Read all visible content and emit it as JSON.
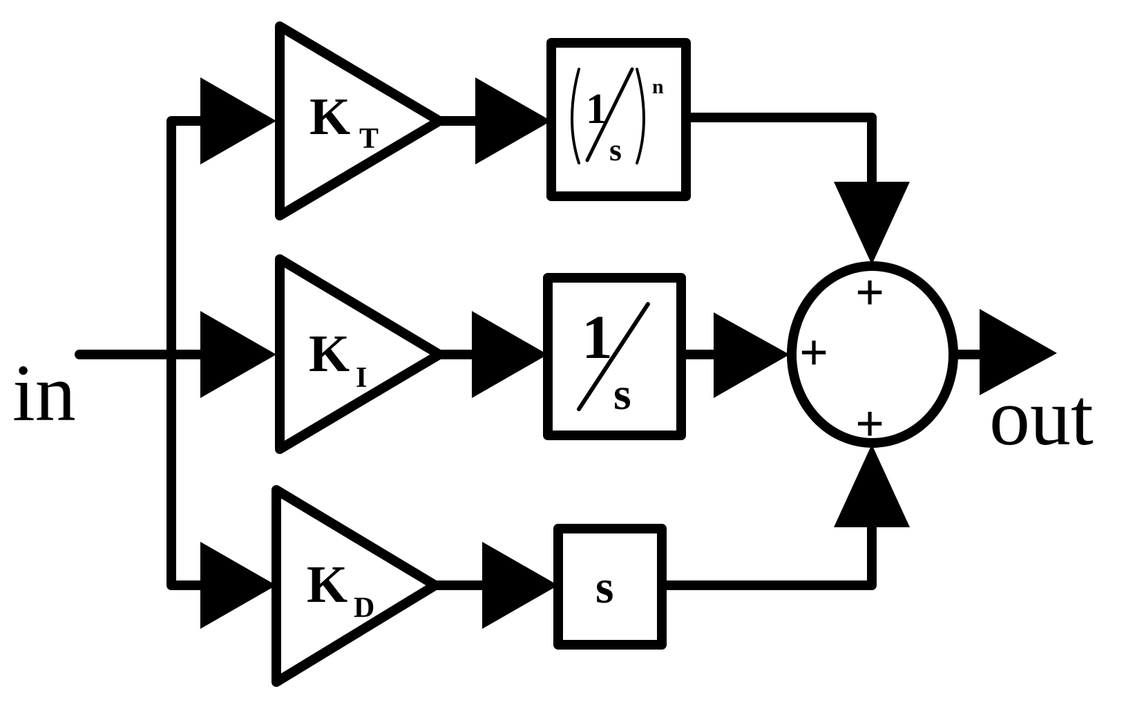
{
  "input_label": "in",
  "output_label": "out",
  "gains": {
    "top": {
      "symbol": "K",
      "subscript": "T"
    },
    "middle": {
      "symbol": "K",
      "subscript": "I"
    },
    "bottom": {
      "symbol": "K",
      "subscript": "D"
    }
  },
  "blocks": {
    "top": {
      "numerator": "1",
      "denominator": "s",
      "exponent": "n"
    },
    "middle": {
      "numerator": "1",
      "denominator": "s"
    },
    "bottom": {
      "text": "s"
    }
  },
  "summing_junction": {
    "signs": [
      "+",
      "+",
      "+"
    ]
  }
}
